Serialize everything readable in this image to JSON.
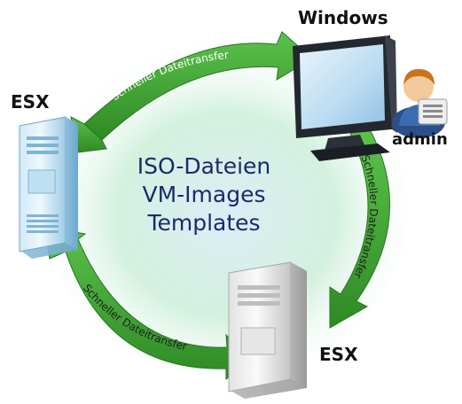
{
  "center": {
    "lines": [
      "ISO-Dateien",
      "VM-Images",
      "Templates"
    ]
  },
  "nodes": {
    "esx_left": "ESX",
    "esx_bottom": "ESX",
    "windows": "Windows",
    "user": "admin"
  },
  "arrows": {
    "top_left_to_windows": "Schneller Dateitransfer",
    "right_windows_to_esx": "Schneller Dateitransfer",
    "bottom_esx_to_esx": "Schneller Dateitransfer"
  },
  "colors": {
    "arrow_fill": "#46a83a",
    "arrow_dark": "#2b7a22",
    "glow_center": "#d9f0f6",
    "glow_edge": "#c5eecb",
    "center_text": "#1b2a6b",
    "server_light": "#e3f3fb",
    "server_blue": "#a9d4ee",
    "server_gray": "#d7d7d7"
  },
  "icons": {
    "left_server": "server-icon",
    "bottom_server": "server-icon",
    "windows": "monitor-icon",
    "user": "user-admin-icon"
  }
}
